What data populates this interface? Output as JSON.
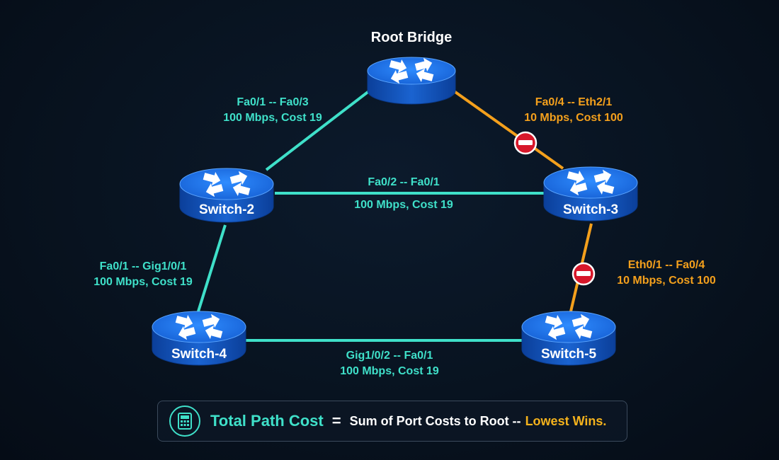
{
  "title": "Root Bridge",
  "colors": {
    "active_link": "#3fe0c9",
    "blocked_link": "#f4a01c",
    "switch_body": "#1565d8",
    "block_icon": "#d7172a"
  },
  "switches": [
    {
      "id": "root",
      "label": ""
    },
    {
      "id": "sw2",
      "label": "Switch-2"
    },
    {
      "id": "sw3",
      "label": "Switch-3"
    },
    {
      "id": "sw4",
      "label": "Switch-4"
    },
    {
      "id": "sw5",
      "label": "Switch-5"
    }
  ],
  "links": [
    {
      "from": "root",
      "to": "sw2",
      "ports": "Fa0/1 -- Fa0/3",
      "speed_cost": "100 Mbps, Cost 19",
      "state": "forwarding"
    },
    {
      "from": "root",
      "to": "sw3",
      "ports": "Fa0/4 -- Eth2/1",
      "speed_cost": "10 Mbps, Cost 100",
      "state": "blocked"
    },
    {
      "from": "sw2",
      "to": "sw3",
      "ports": "Fa0/2 -- Fa0/1",
      "speed_cost": "100 Mbps, Cost 19",
      "state": "forwarding"
    },
    {
      "from": "sw2",
      "to": "sw4",
      "ports": "Fa0/1 -- Gig1/0/1",
      "speed_cost": "100 Mbps, Cost 19",
      "state": "forwarding"
    },
    {
      "from": "sw3",
      "to": "sw5",
      "ports": "Eth0/1 -- Fa0/4",
      "speed_cost": "10 Mbps, Cost 100",
      "state": "blocked"
    },
    {
      "from": "sw4",
      "to": "sw5",
      "ports": "Gig1/0/2 -- Fa0/1",
      "speed_cost": "100 Mbps, Cost 19",
      "state": "forwarding"
    }
  ],
  "legend": {
    "icon": "calculator-icon",
    "title": "Total Path Cost",
    "equals": "=",
    "description": "Sum of Port Costs to Root --",
    "emphasis": "Lowest Wins."
  }
}
